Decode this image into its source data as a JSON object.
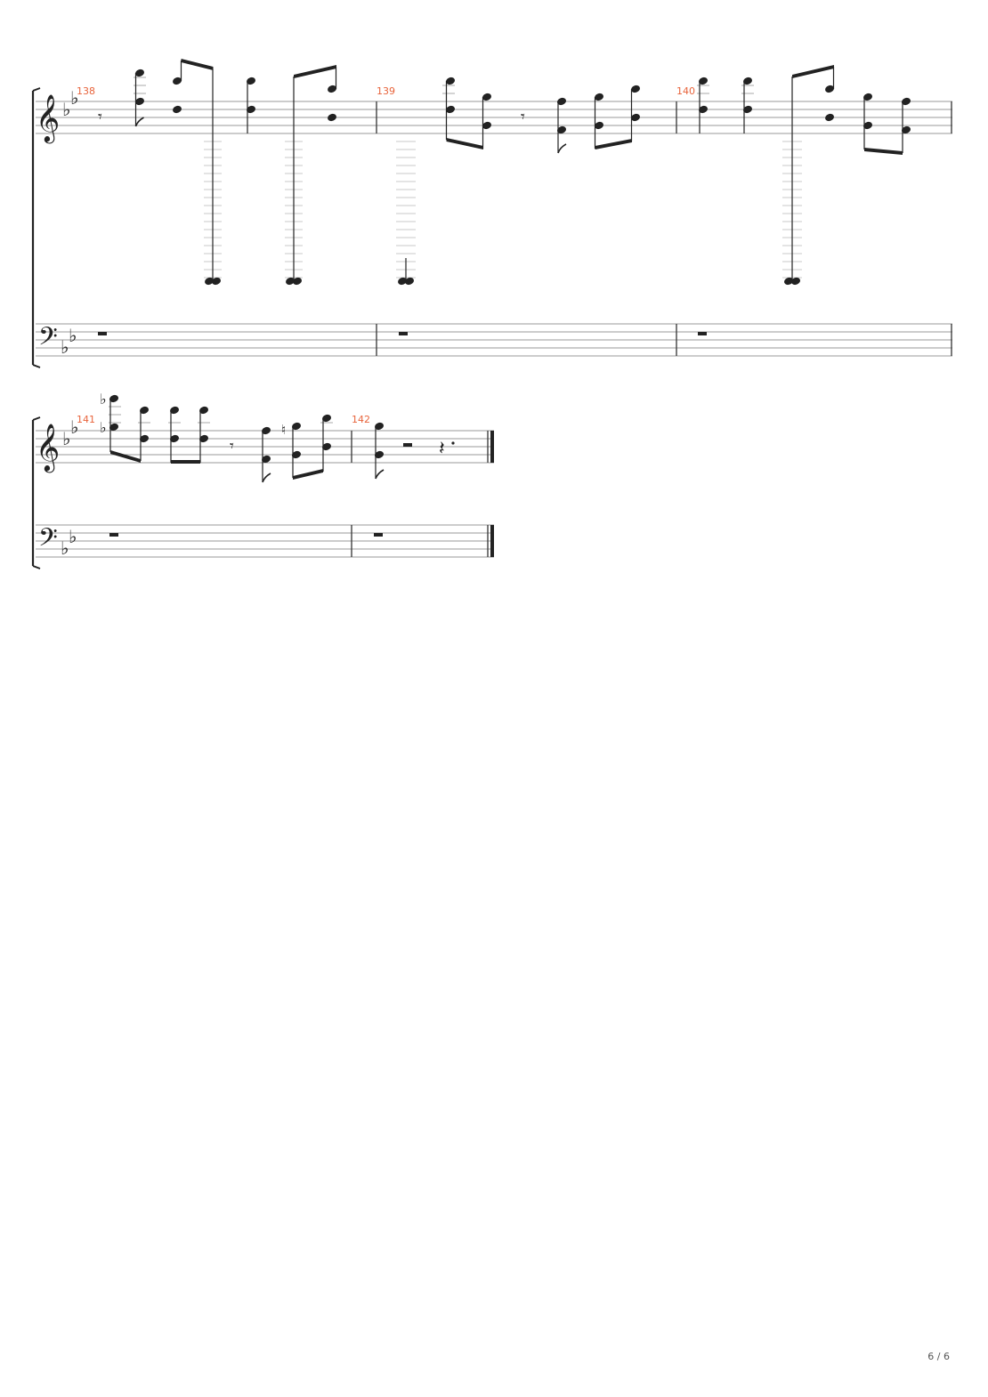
{
  "score": {
    "key_signature": "B-flat major (2 flats)",
    "staves": [
      "treble",
      "bass"
    ],
    "systems": [
      {
        "measures": [
          "138",
          "139",
          "140"
        ]
      },
      {
        "measures": [
          "141",
          "142"
        ]
      }
    ],
    "final_barline": "end of measure 142"
  },
  "colors": {
    "measure_number": "#e8643c",
    "ink": "#222222",
    "staff_line": "#9a9a9a",
    "ledger_line": "#c8c8c8"
  },
  "icons": [
    "treble-clef-icon",
    "bass-clef-icon",
    "flat-icon",
    "natural-icon",
    "eighth-rest-icon",
    "half-rest-icon",
    "quarter-rest-icon"
  ],
  "footer": {
    "page_number": "6 / 6"
  }
}
